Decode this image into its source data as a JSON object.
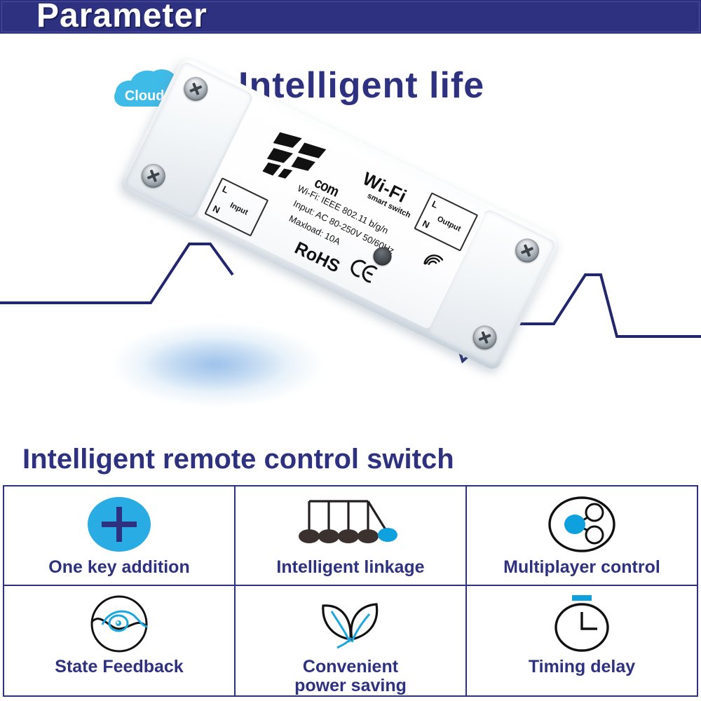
{
  "banner": {
    "title": "Parameter",
    "bg_color": "#2d3180",
    "text_color": "#ffffff"
  },
  "tagline": {
    "badge_label": "Cloud server",
    "badge_color": "#3fbbe8",
    "headline": "Intelligent life",
    "headline_color": "#2d3180"
  },
  "product": {
    "brand_logo_icon": "ycom-logo-icon",
    "brand_text": "com",
    "title": "Wi-Fi",
    "subtitle": "smart switch",
    "specs": [
      "Wi-Fi: IEEE 802.11 b/g/n",
      "Input: AC 80-250V 50/60Hz",
      "Maxload: 10A"
    ],
    "compliance_rohs": "RoHS",
    "compliance_ce": "CE",
    "wifi_icon": "wifi-signal-icon",
    "input_terminal": {
      "word": "Input",
      "line": "L",
      "neutral": "N"
    },
    "output_terminal": {
      "word": "Output",
      "line": "L",
      "neutral": "N"
    },
    "button_icon": "reset-button-icon"
  },
  "section": {
    "headline": "Intelligent remote control switch",
    "headline_color": "#2d3180"
  },
  "features": [
    {
      "label": "One key addition",
      "icon": "plus-circle-icon",
      "accent": "#29ace3"
    },
    {
      "label": "Intelligent linkage",
      "icon": "newtons-cradle-icon",
      "accent": "#1a9fd9"
    },
    {
      "label": "Multiplayer control",
      "icon": "share-network-icon",
      "accent": "#0fa0de"
    },
    {
      "label": "State Feedback",
      "icon": "eye-circle-icon",
      "accent": "#1ba6e0"
    },
    {
      "label": "Convenient\npower saving",
      "icon": "leaf-icon",
      "accent": "#1ba6e0"
    },
    {
      "label": "Timing delay",
      "icon": "timer-clock-icon",
      "accent": "#1ba6e0"
    }
  ],
  "decoration": {
    "zigzag_icon": "zigzag-line-icon",
    "zigzag_color": "#22266e"
  }
}
